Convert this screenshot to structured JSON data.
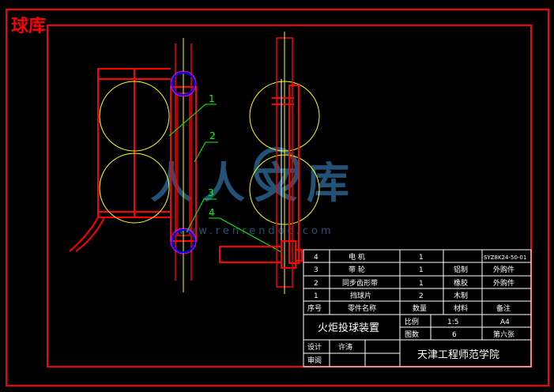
{
  "header": {
    "title": "球库"
  },
  "balloons": [
    "1",
    "2",
    "3",
    "4"
  ],
  "watermark": {
    "text_cn": "人人文库",
    "url": "www.renrendoc.com"
  },
  "parts_table": {
    "rows": [
      {
        "no": "4",
        "name": "电 机",
        "qty": "1",
        "material": "",
        "note_code": "SYZ8K24-50-01"
      },
      {
        "no": "3",
        "name": "带 轮",
        "qty": "1",
        "material": "铝制",
        "note_code": "外购件"
      },
      {
        "no": "2",
        "name": "同步齿形带",
        "qty": "1",
        "material": "橡胶",
        "note_code": "外购件"
      },
      {
        "no": "1",
        "name": "挡球片",
        "qty": "2",
        "material": "木制",
        "note_code": ""
      }
    ],
    "header": {
      "no": "序号",
      "name": "零件名称",
      "qty": "数量",
      "material": "材料",
      "note": "备注"
    }
  },
  "title_block": {
    "drawing_name": "火炬投球装置",
    "scale_label": "比例",
    "scale_value": "1:5",
    "size_value": "A4",
    "sheet_label": "图数",
    "sheet_value": "6",
    "sheet_no": "第六张",
    "designer_label": "设计",
    "designer_name": "许涛",
    "reviewer_label": "审阅",
    "institution": "天津工程师范学院"
  },
  "colors": {
    "frame": "#ff0000",
    "table_line": "#ffffff",
    "circle": "#ffff00",
    "leader": "#00ff00",
    "bearing": "#0000ff",
    "watermark": "#2e6e9e"
  }
}
